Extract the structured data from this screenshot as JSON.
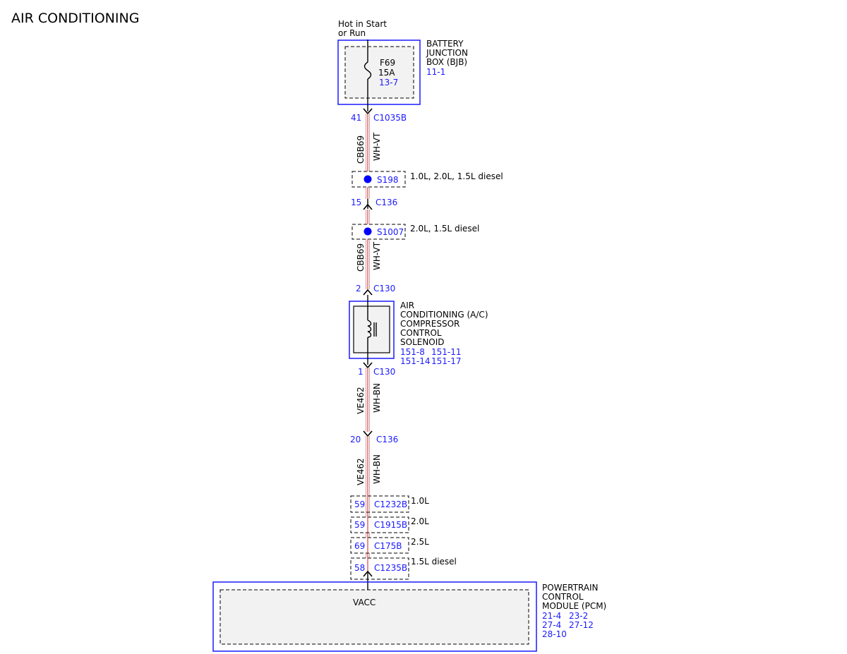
{
  "title": "AIR CONDITIONING",
  "power_source": {
    "line1": "Hot in Start",
    "line2": "or Run"
  },
  "bjb": {
    "name_lines": [
      "BATTERY",
      "JUNCTION",
      "BOX (BJB)"
    ],
    "ref": "11-1",
    "fuse_name": "F69",
    "fuse_rating": "15A",
    "fuse_ref": "13-7"
  },
  "connectors": {
    "c1035b": {
      "pin": "41",
      "name": "C1035B"
    },
    "c136_top": {
      "pin": "15",
      "name": "C136"
    },
    "c130_top": {
      "pin": "2",
      "name": "C130"
    },
    "c130_bot": {
      "pin": "1",
      "name": "C130"
    },
    "c136_bot": {
      "pin": "20",
      "name": "C136"
    }
  },
  "wires": {
    "seg1": {
      "circuit": "CBB69",
      "color": "WH-VT"
    },
    "seg2": {
      "circuit": "CBB69",
      "color": "WH-VT"
    },
    "seg3": {
      "circuit": "VE462",
      "color": "WH-BN"
    },
    "seg4": {
      "circuit": "VE462",
      "color": "WH-BN"
    }
  },
  "splices": {
    "s198": {
      "name": "S198",
      "note": "1.0L, 2.0L, 1.5L diesel"
    },
    "s1007": {
      "name": "S1007",
      "note": "2.0L, 1.5L diesel"
    }
  },
  "solenoid": {
    "name_lines": [
      "AIR",
      "CONDITIONING (A/C)",
      "COMPRESSOR",
      "CONTROL",
      "SOLENOID"
    ],
    "refs_line1": [
      "151-8",
      "151-11"
    ],
    "refs_line2": [
      "151-14",
      "151-17"
    ]
  },
  "pcm_connectors": [
    {
      "pin": "59",
      "name": "C1232B",
      "note": "1.0L"
    },
    {
      "pin": "59",
      "name": "C1915B",
      "note": "2.0L"
    },
    {
      "pin": "69",
      "name": "C175B",
      "note": "2.5L"
    },
    {
      "pin": "58",
      "name": "C1235B",
      "note": "1.5L diesel"
    }
  ],
  "pcm": {
    "name_lines": [
      "POWERTRAIN",
      "CONTROL",
      "MODULE (PCM)"
    ],
    "pin_label": "VACC",
    "refs_line1": [
      "21-4",
      "23-2"
    ],
    "refs_line2": [
      "27-4",
      "27-12"
    ],
    "refs_line3": [
      "28-10"
    ]
  },
  "colors": {
    "reference_blue": "#1a1aff",
    "splice_blue": "#0000ff",
    "wire_red": "#cc2222"
  }
}
